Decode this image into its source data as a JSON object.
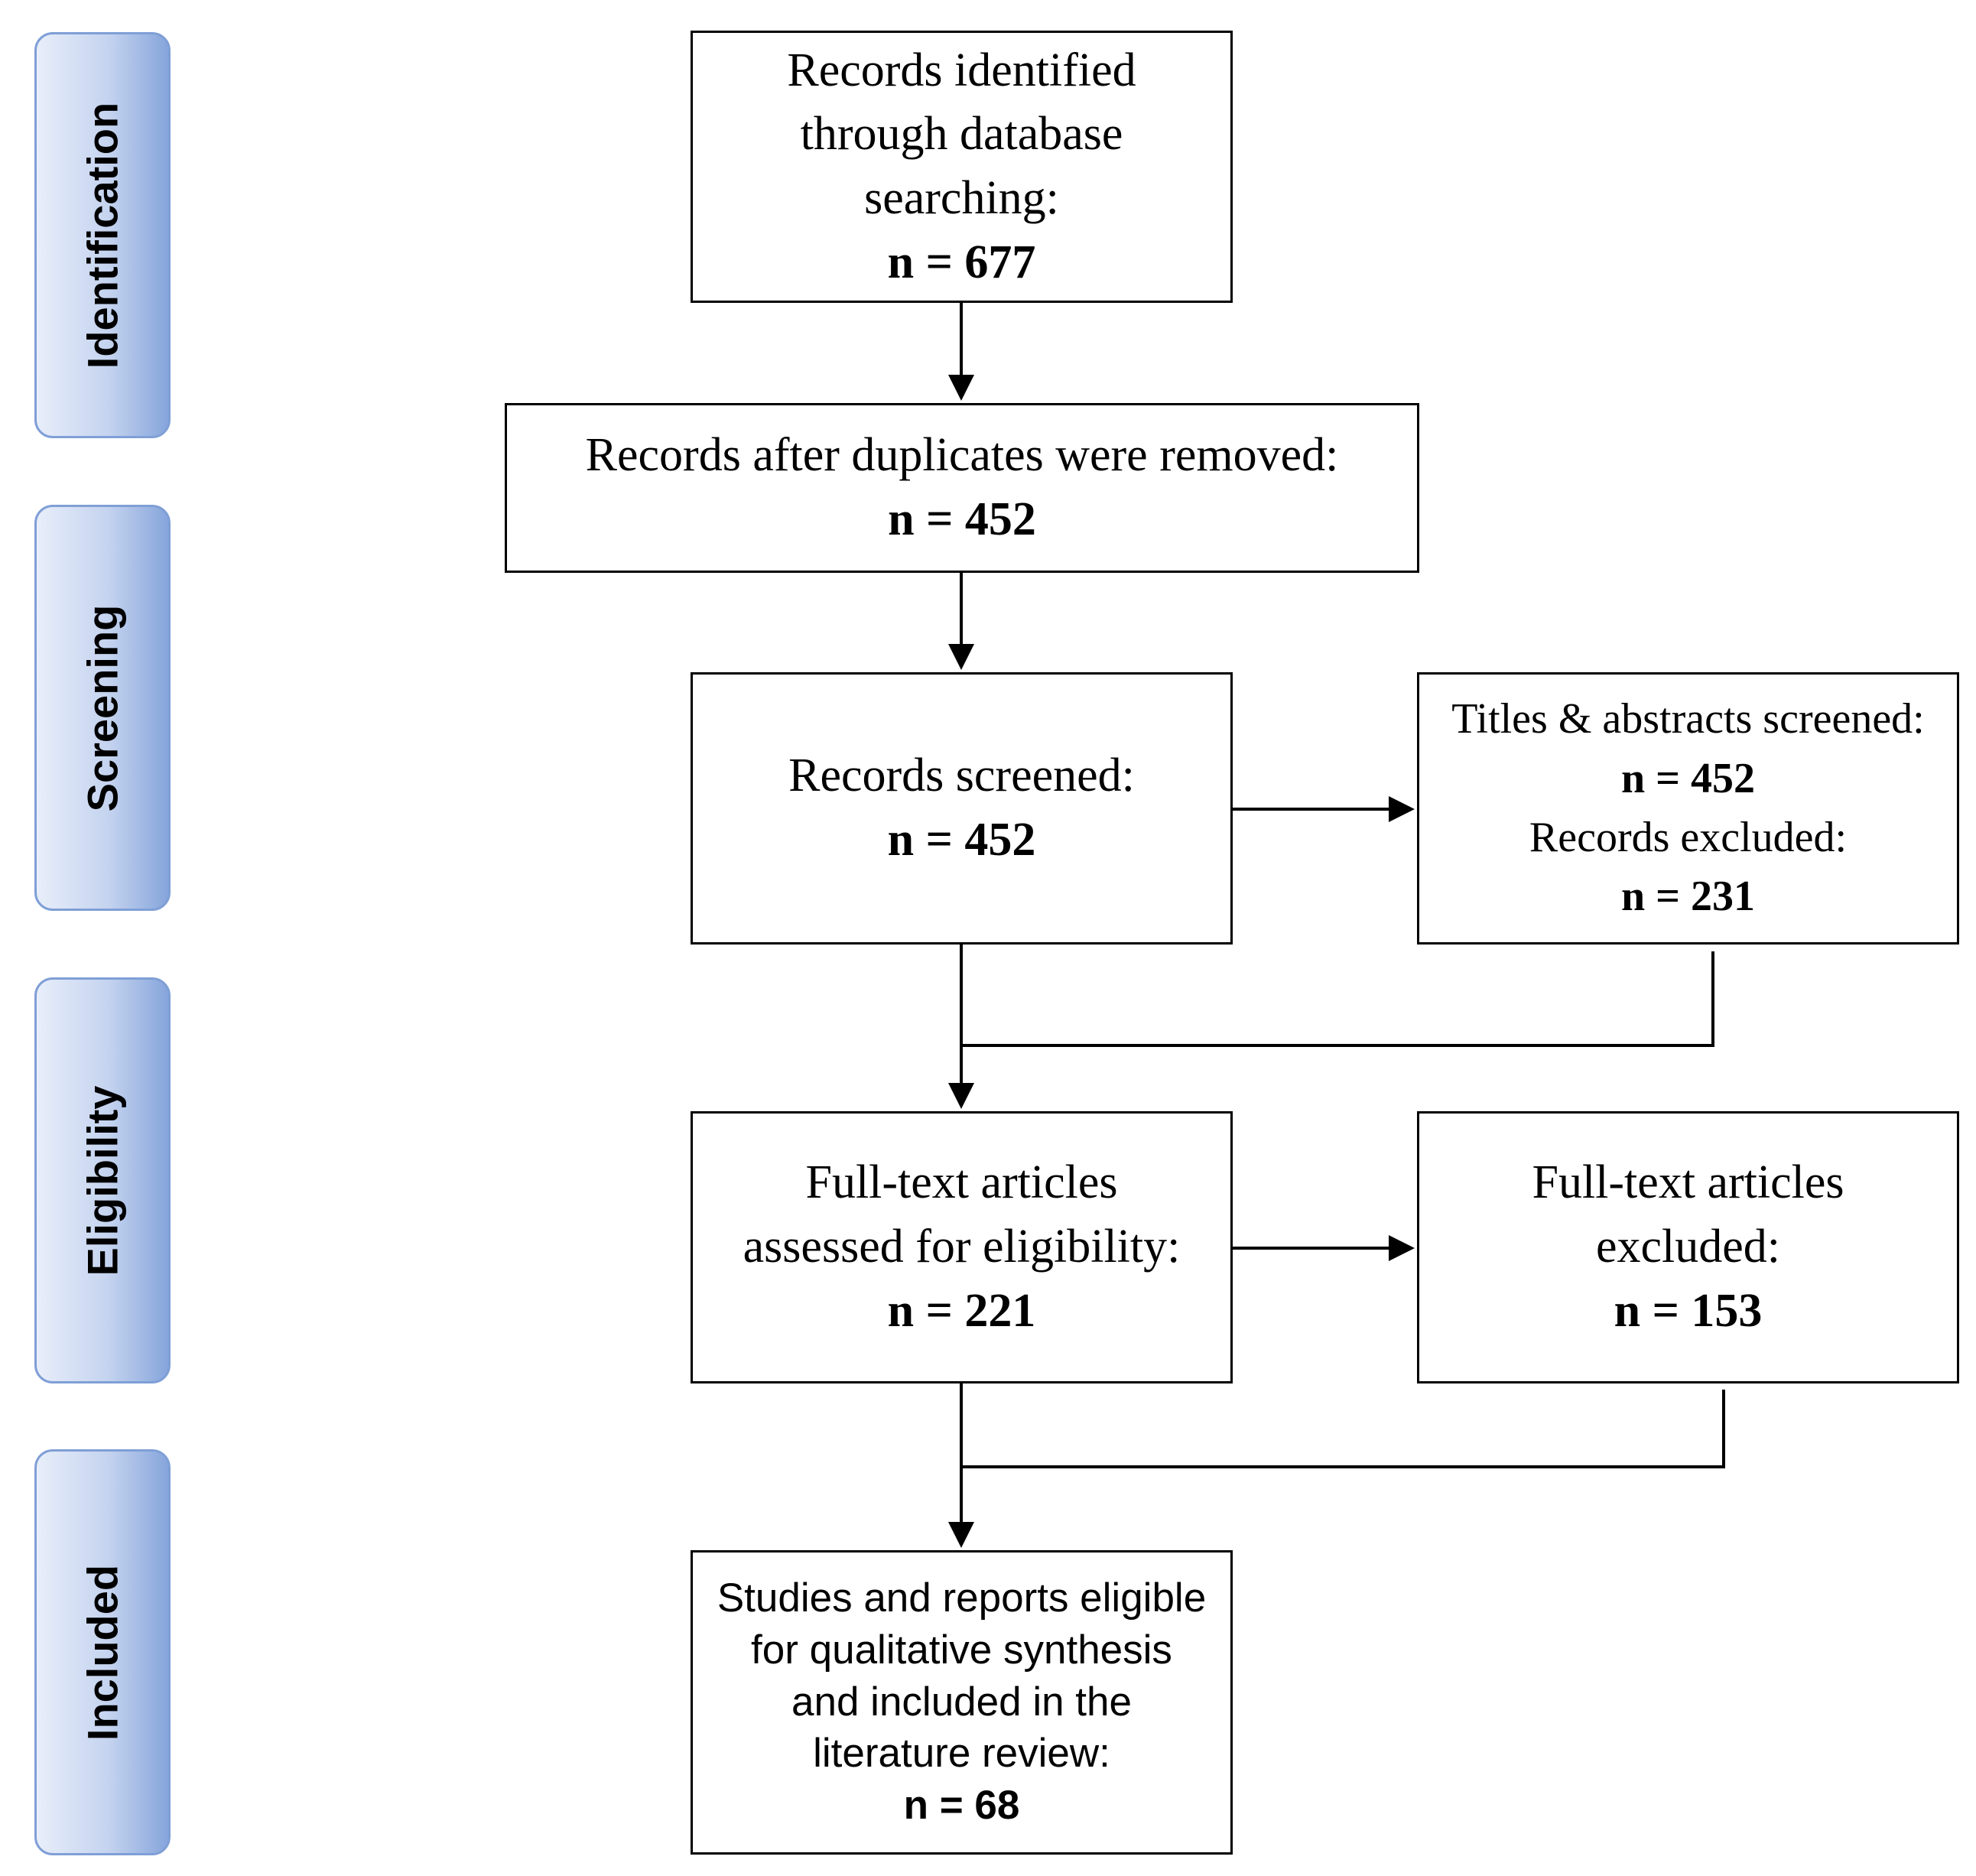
{
  "stages": [
    {
      "id": "identification",
      "label": "Identification"
    },
    {
      "id": "screening",
      "label": "Screening"
    },
    {
      "id": "eligibility",
      "label": "Eligibility"
    },
    {
      "id": "included",
      "label": "Included"
    }
  ],
  "boxes": {
    "identified": {
      "lines": [
        "Records identified",
        "through database",
        "searching:"
      ],
      "count": "n = 677"
    },
    "after_duplicates": {
      "lines": [
        "Records after duplicates were removed:"
      ],
      "count": "n = 452"
    },
    "screened": {
      "lines": [
        "Records screened:"
      ],
      "count": "n = 452"
    },
    "titles_abstracts": {
      "line1": "Titles & abstracts screened:",
      "count1": "n = 452",
      "line2": "Records excluded:",
      "count2": "n = 231"
    },
    "full_text_assessed": {
      "lines": [
        "Full-text articles",
        "assessed for eligibility:"
      ],
      "count": "n = 221"
    },
    "full_text_excluded": {
      "lines": [
        "Full-text articles",
        "excluded:"
      ],
      "count": "n = 153"
    },
    "included_studies": {
      "lines": [
        "Studies and reports eligible",
        "for qualitative synthesis",
        "and included in the",
        "literature review:"
      ],
      "count": "n = 68"
    }
  }
}
